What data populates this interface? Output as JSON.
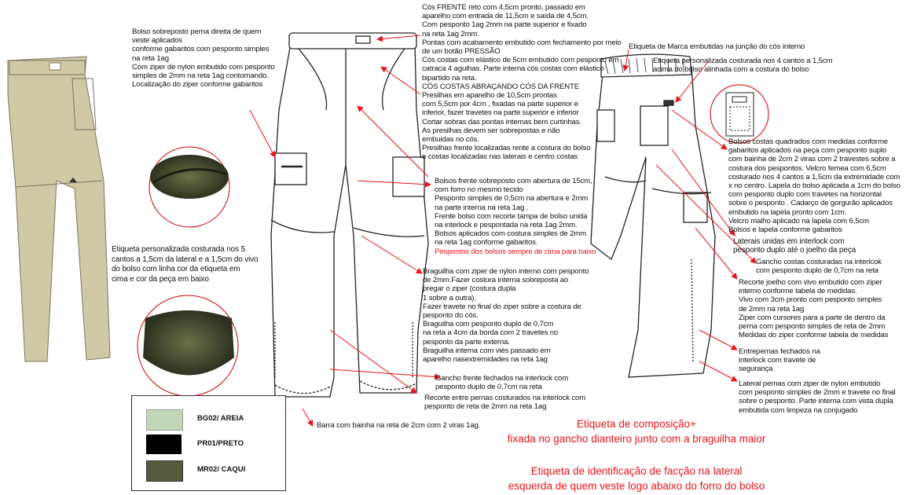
{
  "notes": {
    "left_pocket": [
      "Bolso sobreposto perna direita de quem",
      "veste aplicados",
      "conforme gabaritos com pesponto simples",
      "na reta 1ag",
      "Com ziper de nylon embutido com pesponto",
      "simples de 2mm na reta 1ag contornando.",
      "Localização do ziper conforme gabaritos"
    ],
    "label_left": [
      "Etiqueta personalizada costurada nos 5",
      "cantos a 1,5cm da lateral e a 1,5cm do vivo",
      "do bolso com linha cor da etiqueta em",
      "cima e cor da peça em baixo"
    ],
    "hem": "Barra com bainha na reta de 2cm com 2 viras 1ag.",
    "center_top": [
      " Cós FRENTE reto com 4,5cm pronto, passado em",
      "aparelho com  entrada de 11,5cm e saída de 4,5cm.",
      " Com pesponto 1ag 2mm na parte superior e fixado",
      " na reta 1ag 2mm.",
      "Pontas com acabamento embutido com fechamento por meio",
      "de um botão PRESSÃO",
      "Cós costas com elástico de 5cm embutido com pesponto em",
      "catraca 4 agulhas. Parte interna cós costas com elástico",
      "bipartido na reta.",
      "CÓS COSTAS ABRAÇANDO CÓS DA FRENTE",
      "Presilhas em aparelho de 10,5cm prontas",
      "com 5,5cm por 4cm , fixadas na parte superior e",
      " inferior, fazer travetes na parte superior e inferior",
      "Cortar sobras das pontas internas bem curtinhas.",
      "As presilhas devem ser sobrepostas e não",
      "embuidas no cós.",
      "Presilhas frente localizadas rente a costura do bolso",
      "e costas localizadas nas laterais e centro costas"
    ],
    "front_pockets": [
      "Bolsos frente sobreposto com abertura de 15cm,",
      "com forro no mesmo tecido",
      " Pesponto simples de 0,5cm na abertura e 2mm",
      "na parte interna na reta 1ag .",
      "Frente bolso com recorte tampa de bolso unida",
      "na interlock e pespontada na reta 1ag 2mm.",
      "Bolsos aplicados com costura simples de 2mm",
      "na reta 1ag conforme gabaritos."
    ],
    "front_pockets_warning": "Pespontos dos bolsos sempre de cima para baixo",
    "fly": [
      "Braguilha com ziper de nylon interno com pesponto",
      " de 2mm.Fazer costura interna sobreposta ao",
      " pregar o ziper (costura dupla",
      "1 sobre a outra).",
      "Fazer travete no final do ziper sobre a costura de",
      "pesponto do cós.",
      " Braguilha com pesponto duplo  de 0,7cm",
      "na reta  a 4cm da borda  com 2 travetes no",
      " pesponto da parte externa.",
      "Braguilha interna com viés passado em",
      "aparelho nasextremidades na reta 1ag"
    ],
    "front_crotch": [
      "Gancho frente fechados na interlock com",
      "pesponto duplo de 0,7cm na reta"
    ],
    "leg_seam": [
      "Recorte entre pernas costurados na interlock com",
      "pesponto de reta de 2mm na reta 1ag"
    ],
    "brand_label": "Etiqueta de Marca embutidas na junção do cós interno",
    "custom_label": [
      "Etiqueta personalizada costurada nos 4 cantos a 1,5cm",
      "acima do bolso alinhada com a costura do bolso"
    ],
    "back_pockets": [
      "Bolsos costas quadrados com medidas conforme",
      "gabaritos aplicados na peça com pesponto suplo",
      "com bainha de 2cm 2 viras com 2 travestes sobre a",
      "costura dos pespontos. Velcro femea com 6,5cm",
      "costurado nos 4 cantos a 1,5cm da extremidade com",
      "x no centro. Lapela do bolso aplicada a 1cm do bolso",
      "com pesponto duplo com travetes na horizontal",
      "sobre o pesponto . Cadarço de gorgurão aplicados",
      "embutido na lapela pronto com 1cm.",
      "Velcro malho aplicado na lapela com 6,5cm",
      "Bolsos e lapela conforme gabaritos"
    ],
    "sides": [
      "Laterais unidas em interlock com",
      "pesponto duplo até o joelho da peça"
    ],
    "back_crotch": [
      "Gancho costas costuradas na interlcok",
      "com pesponto duplo de 0,7cm na reta"
    ],
    "knee": [
      "Recorte joelho com vivo embutido com ziper",
      "interno conforme tabela de medidas.",
      "Vivo com 3cm pronto com pesponto simples",
      "de 2mm na reta 1ag",
      "Ziper com cursores para a parte de dentro da",
      "perna com pesponto simples de reta de 2mm",
      "Medidas do ziper conforme tabela de medidas"
    ],
    "inseam": [
      "Entrepernas fechados na",
      "interlock com travete de",
      "segurança"
    ],
    "side_zip": [
      "Lateral pernas com ziper de nylon embutido",
      "com pesponto simples de 2mm e travete no final",
      "sobre o pesponto. Parte interna com vista dupla",
      "embutida com limpeza na conjugado"
    ]
  },
  "callouts_red": {
    "composition_1": "Etiqueta de composição+",
    "composition_2": "fixada no gancho dianteiro junto com a braguilha maior",
    "identification_1": "Etiqueta de identificação de facção na lateral",
    "identification_2": "esquerda de quem veste logo abaixo do forro do bolso"
  },
  "colorways": [
    {
      "code": "BG02/ AREIA",
      "color": "#c3d6b9"
    },
    {
      "code": "PR01/PRETO",
      "color": "#000000"
    },
    {
      "code": "MR02/ CAQUI",
      "color": "#545a3b"
    }
  ],
  "colors": {
    "annotation_red": "#e8141b",
    "garment_khaki": "#cfc9a6"
  }
}
